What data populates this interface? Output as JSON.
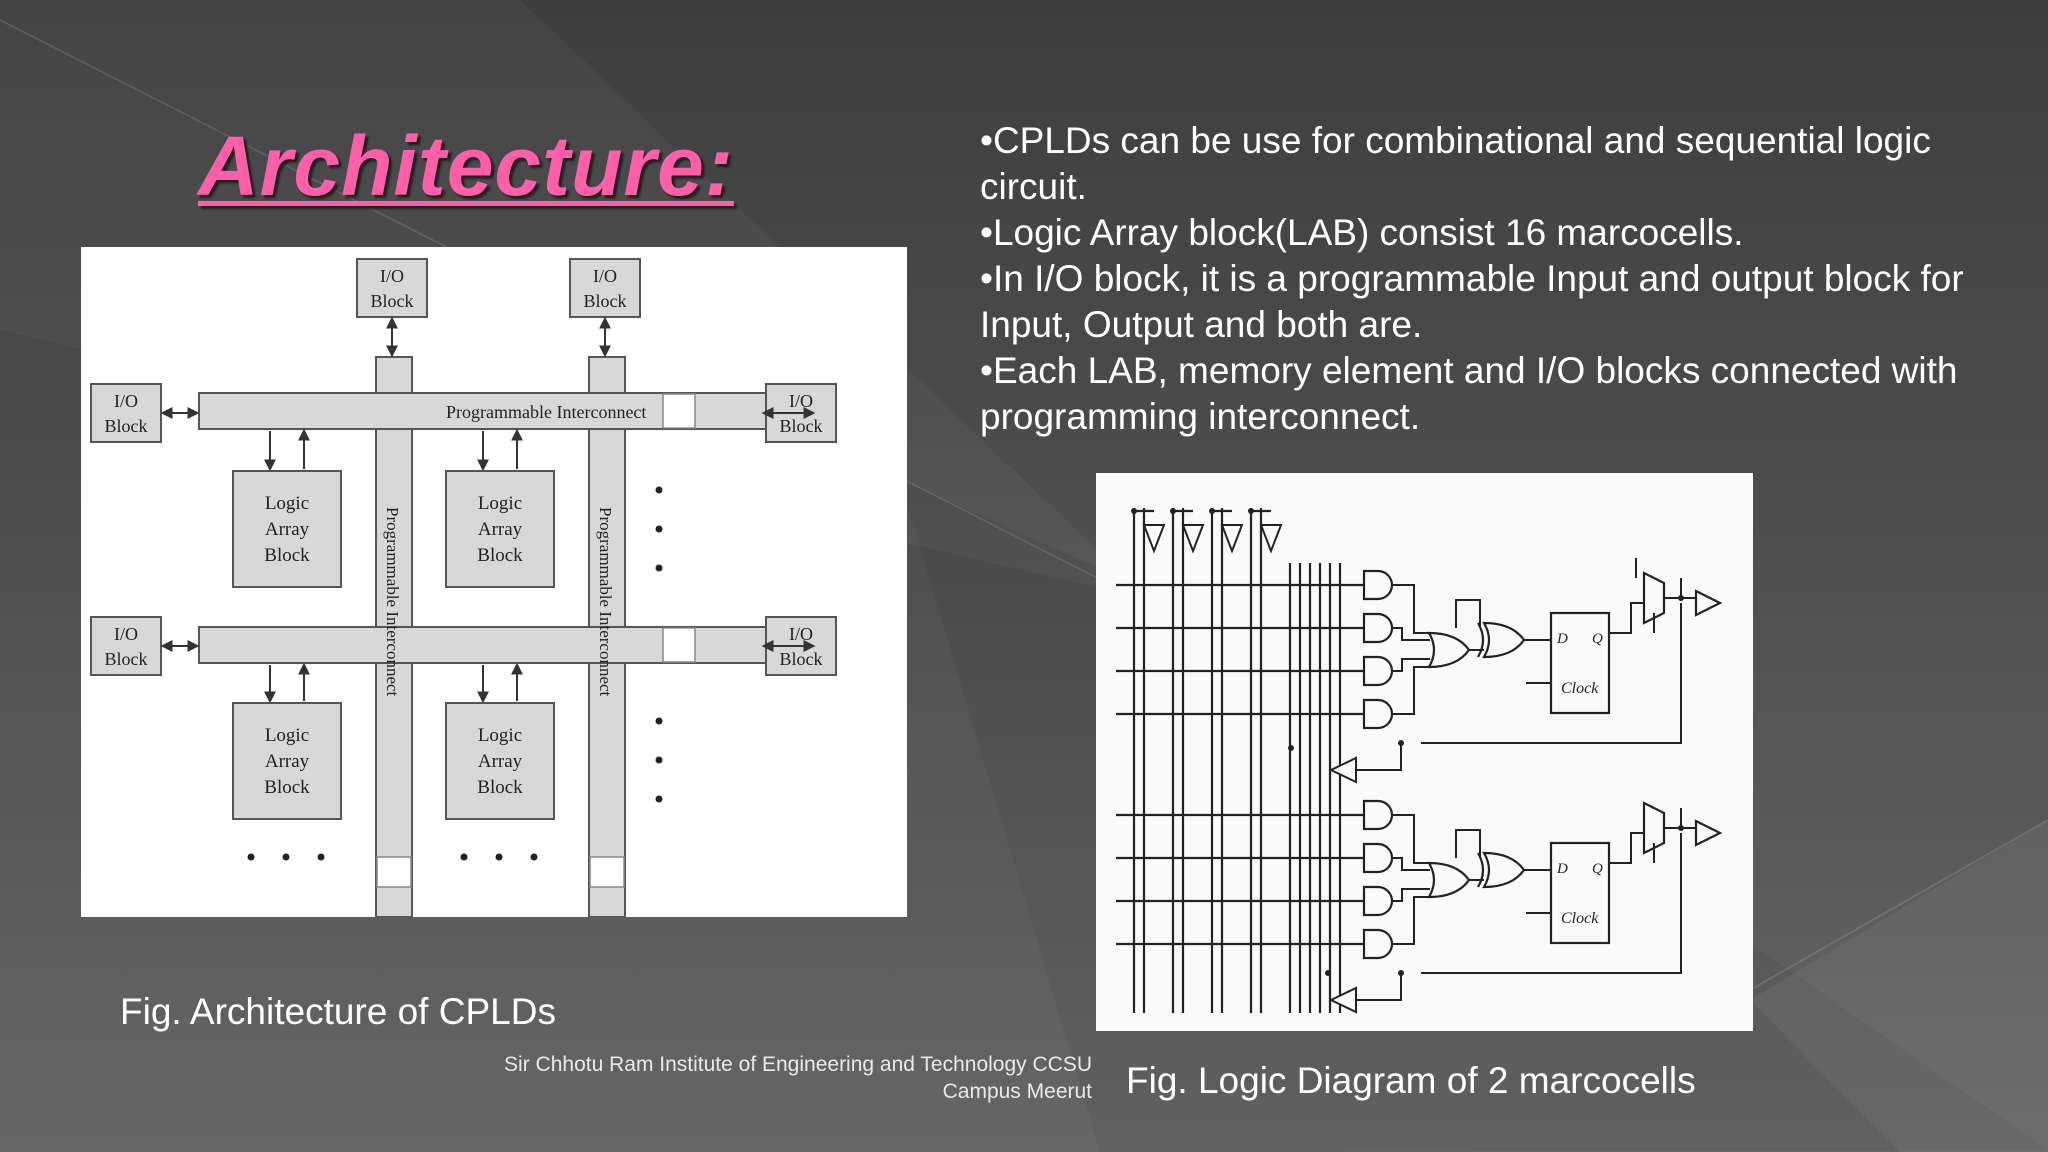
{
  "slide": {
    "title": "Architecture:",
    "bullets": [
      "•CPLDs can be use for combinational and sequential logic circuit.",
      "•Logic Array block(LAB) consist 16 marcocells.",
      "•In I/O block, it is a programmable Input and output block for Input, Output and both are.",
      "•Each LAB, memory element and I/O blocks connected with programming interconnect."
    ],
    "figure1": {
      "caption": "Fig. Architecture of CPLDs",
      "io_block_line1": "I/O",
      "io_block_line2": "Block",
      "interconnect_label": "Programmable Interconnect",
      "lab_line1": "Logic",
      "lab_line2": "Array",
      "lab_line3": "Block"
    },
    "figure2": {
      "caption": "Fig. Logic Diagram of 2 marcocells",
      "flipflop_d": "D",
      "flipflop_q": "Q",
      "clock_label": "Clock"
    },
    "footer": {
      "line1": "Sir Chhotu Ram Institute of Engineering and Technology CCSU",
      "line2": "Campus Meerut"
    }
  },
  "colors": {
    "title": "#ff5fa8",
    "text": "#ffffff",
    "background": "#4a4a4a"
  }
}
